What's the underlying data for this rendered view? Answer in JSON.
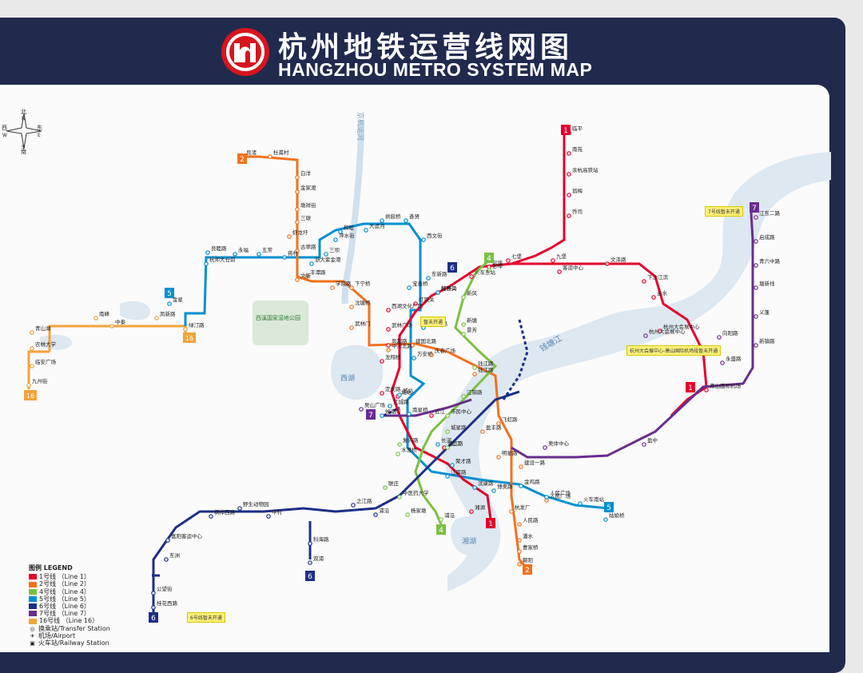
{
  "header": {
    "title_zh": "杭州地铁运营线网图",
    "title_en": "HANGZHOU METRO SYSTEM MAP"
  },
  "compass": {
    "n": "北",
    "n_en": "N",
    "s": "南",
    "s_en": "S",
    "e": "东",
    "e_en": "E",
    "w": "西",
    "w_en": "W"
  },
  "legend": {
    "title": "图例 LEGEND",
    "items": [
      {
        "label": "1号线 （Line 1）",
        "color": "#e4002b"
      },
      {
        "label": "2号线 （Line 2）",
        "color": "#f2711c"
      },
      {
        "label": "4号线 （Line 4）",
        "color": "#7ac143"
      },
      {
        "label": "5号线 （Line 5）",
        "color": "#0090d0"
      },
      {
        "label": "6号线 （Line 6）",
        "color": "#1c2f86"
      },
      {
        "label": "7号线 （Line 7）",
        "color": "#6a2c8e"
      },
      {
        "label": "16号线 （Line 16）",
        "color": "#f2a33a"
      },
      {
        "label": "换乘站/Transfer Station",
        "icon": "transfer-icon"
      },
      {
        "label": "机场/Airport",
        "icon": "airport-icon"
      },
      {
        "label": "火车站/Railway Station",
        "icon": "railway-icon"
      }
    ]
  },
  "line_badges": {
    "l1": "1",
    "l2": "2",
    "l4": "4",
    "l5": "5",
    "l6": "6",
    "l7": "7",
    "l16": "16"
  },
  "notes": {
    "line7": "7号线暂未开通",
    "line6": "6号线暂未开通",
    "opening": "暂未开通",
    "expo": "杭州大会展中心-萧山国际机场段暂未开通"
  },
  "water": {
    "westlake": "西湖",
    "xianghu": "湘湖",
    "qiantang": "钱塘江",
    "canal": "京杭运河",
    "wetland": "西溪国家湿地公园"
  },
  "stations": {
    "l1": [
      "临平",
      "南苑",
      "余杭高铁站",
      "翁梅",
      "乔司",
      "九堡",
      "客运中心",
      "七堡",
      "彭埠",
      "火车东站",
      "闸弄口",
      "打铁关",
      "西湖文化广场",
      "武林广场",
      "凤起路",
      "龙翔桥",
      "定安路",
      "近江",
      "婺江路",
      "城站",
      "文泽路",
      "下沙江滨",
      "云水",
      "杭州大会展中心",
      "萧山国际机场",
      "湘湖"
    ],
    "l2": [
      "良渚",
      "杜甫村",
      "白洋",
      "金家渡",
      "墩祥街",
      "三墩",
      "虾龙圩",
      "古翠路",
      "丰潭路",
      "文新",
      "学院路",
      "下宁桥",
      "沈塘桥",
      "武林门",
      "中河北路",
      "钱江路",
      "庆春广场",
      "建国北路",
      "盈丰路",
      "飞虹路",
      "明星路",
      "建设一路",
      "人民广场",
      "杭发厂",
      "人民路",
      "潘水",
      "曹家桥",
      "朝阳"
    ],
    "l4": [
      "彭埠",
      "新风",
      "新塘",
      "景芳",
      "钱江路",
      "江锦路",
      "市民中心",
      "城星路",
      "近江",
      "复兴路",
      "水澄桥",
      "联庄",
      "中医药大学",
      "杨家墩",
      "浦沿"
    ],
    "l5": [
      "金星",
      "良睦路",
      "杭师大仓前",
      "永福",
      "五常",
      "蒋村",
      "浙大紫金港",
      "三坝",
      "萍水街",
      "和睦",
      "大运河",
      "拱宸桥",
      "善贤",
      "西文街",
      "东新路",
      "打铁关",
      "宝善桥",
      "建国北路",
      "万安桥",
      "城站",
      "江城路",
      "候潮门",
      "南星桥",
      "长河",
      "聚才路",
      "江晖路",
      "滨康路",
      "博奥路",
      "金鸡路",
      "人民广场",
      "火车南站",
      "姑娘桥"
    ],
    "l6": [
      "桂花西路",
      "公望街",
      "富阳客运中心",
      "东洲",
      "野生动物园",
      "枫桦西路",
      "中村",
      "浦沿",
      "科海路",
      "双浦",
      "之江路"
    ],
    "l7": [
      "江东二路",
      "启成路",
      "青六中路",
      "塘新线",
      "义蓬",
      "新镇路",
      "向阳路",
      "永盛路",
      "奥体中心",
      "杭州大会展中心",
      "盈中",
      "吴山广场"
    ],
    "l16": [
      "九州街",
      "临安广场",
      "农林大学",
      "南峰",
      "青山湖",
      "中泰",
      "绿汀路",
      "凤新路"
    ]
  }
}
